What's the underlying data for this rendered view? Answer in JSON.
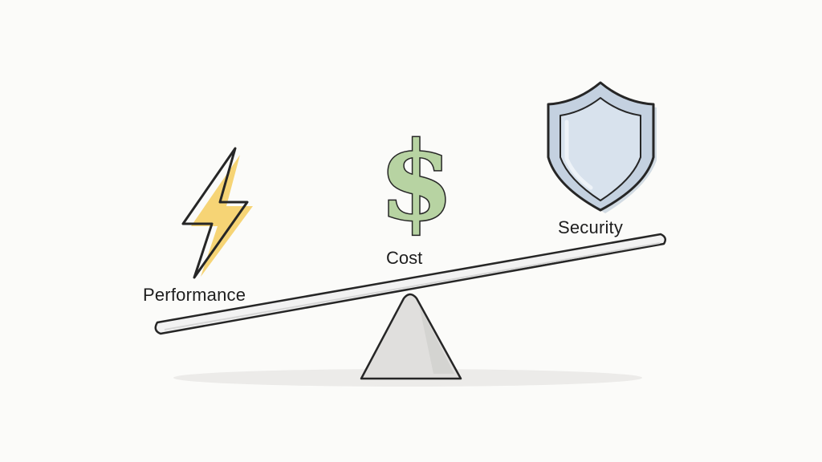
{
  "labels": {
    "performance": "Performance",
    "cost": "Cost",
    "security": "Security"
  },
  "icons": {
    "performance": "lightning-bolt-icon",
    "cost": "dollar-sign-icon",
    "security": "shield-icon"
  },
  "colors": {
    "background": "#fbfbf9",
    "outline": "#262626",
    "bolt_fill": "#f4cd5e",
    "dollar_fill": "#b7d3a2",
    "shield_fill": "#c4d1e0",
    "shield_inner": "#d8e2ed",
    "beam_fill": "#f2f2f2",
    "fulcrum_fill": "#e0dfdd",
    "shadow": "#ecebe9"
  }
}
